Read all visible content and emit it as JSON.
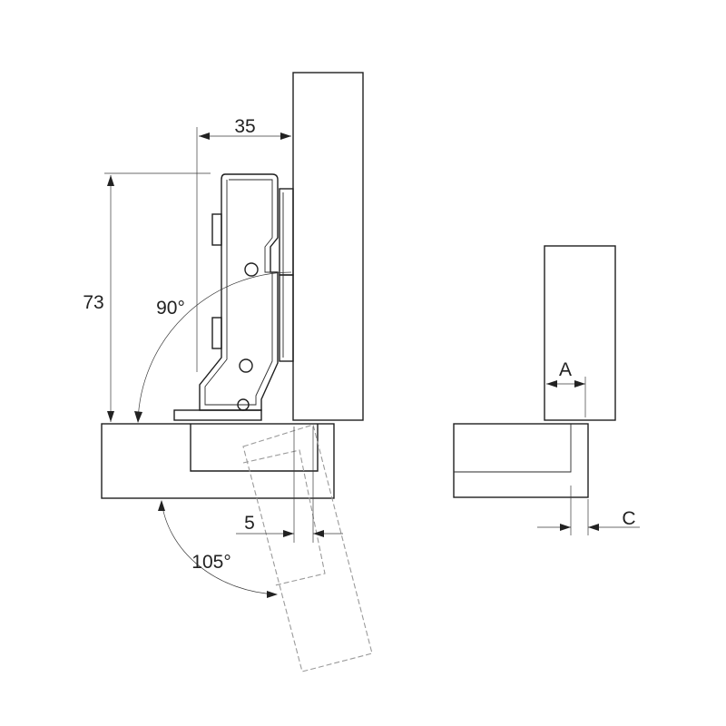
{
  "dimensions": {
    "cup_distance": "35",
    "height": "73",
    "opening_angle_90": "90°",
    "opening_angle_105": "105°",
    "gap": "5",
    "overlay_a": "A",
    "overlay_c": "C"
  }
}
